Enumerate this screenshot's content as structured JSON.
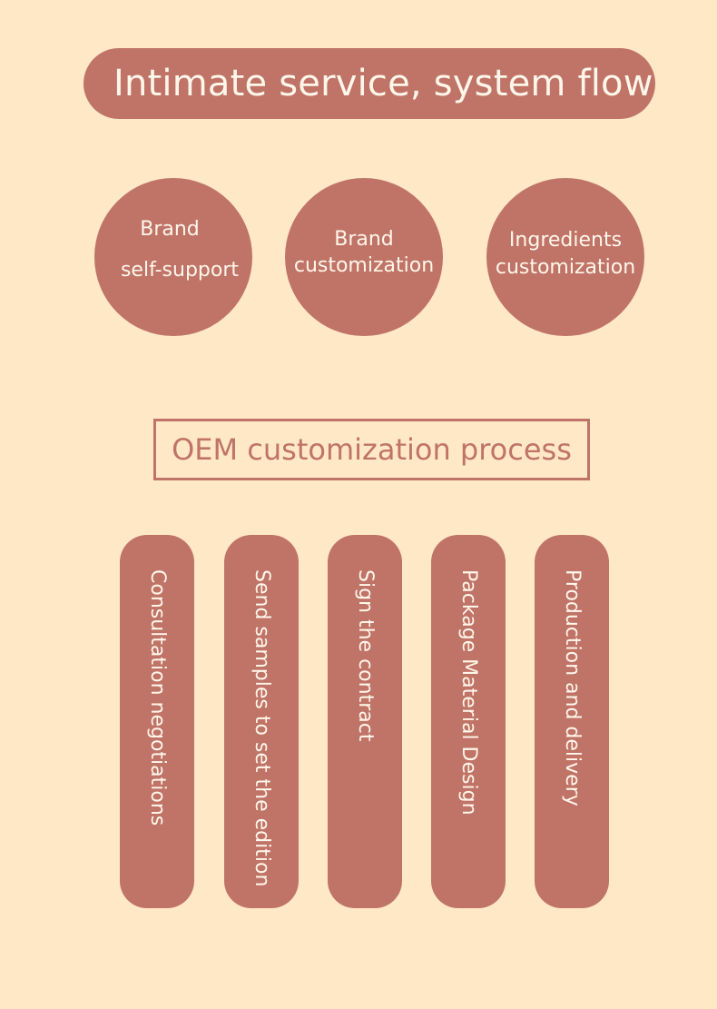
{
  "header": {
    "title": "Intimate service, system flow"
  },
  "services": [
    {
      "lines": [
        "Brand",
        "self-support"
      ]
    },
    {
      "lines": [
        "Brand",
        "customization"
      ]
    },
    {
      "lines": [
        "Ingredients",
        "customization"
      ]
    }
  ],
  "process": {
    "title": "OEM customization process",
    "steps": [
      "Consultation negotiations",
      "Send samples to set the edition",
      "Sign the contract",
      "Package Material Design",
      "Production and delivery"
    ]
  },
  "colors": {
    "background": "#FFE8C6",
    "accent": "#BF7467",
    "text_on_accent": "#FFF6EA"
  }
}
